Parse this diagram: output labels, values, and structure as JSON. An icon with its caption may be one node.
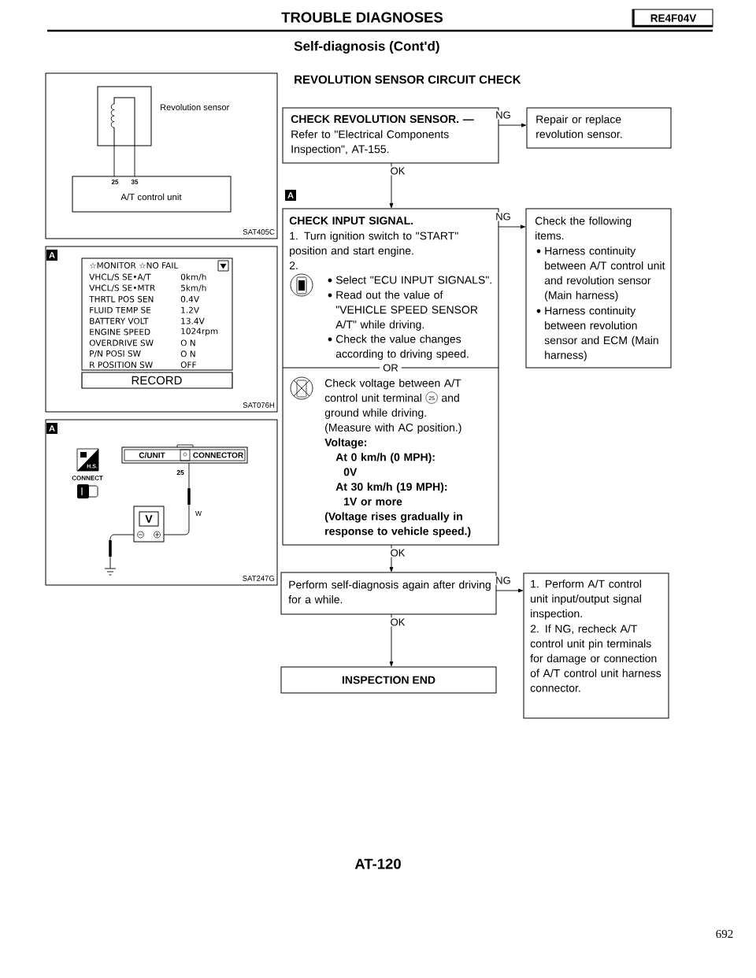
{
  "diagram": {
    "title": "TROUBLE DIAGNOSES",
    "nodes": [
      {
        "text": [
          "CHECK REVOLUTION SENSOR. —",
          "Refer to \"Electrical Components Inspection\", AT-155."
        ]
      },
      {
        "text": [
          "Repair or replace revolution sensor."
        ]
      },
      {
        "text": [
          "CHECK INPUT SIGNAL.",
          "1. Turn ignition switch to \"START\" position and start engine.",
          "2.",
          "Select \"ECU INPUT SIGNALS\".",
          "Read out the value of \"VEHICLE SPEED SENSOR A/T\" while driving.",
          "Check the value changes according to driving speed.",
          "OR",
          "Check voltage between A/T control unit terminal",
          "25",
          "and ground while driving.",
          "(Measure with AC position.)",
          "Voltage:",
          "At 0 km/h (0 MPH):",
          "0V",
          "At 30 km/h (19 MPH):",
          "1V or more",
          "(Voltage rises gradually in response to vehicle speed.)"
        ]
      },
      {
        "text": [
          "Check the following items.",
          "Harness continuity between A/T control unit and revolution sensor (Main harness)",
          "Harness continuity between revolution sensor and ECM (Main harness)"
        ]
      },
      {
        "text": [
          "Perform self-diagnosis again after driving for a while."
        ]
      },
      {
        "text": [
          "1. Perform A/T control unit input/output signal inspection.",
          "2. If NG, recheck A/T control unit pin terminals for damage or connection of A/T control unit harness connector."
        ]
      },
      {
        "text": [
          "INSPECTION END"
        ]
      },
      {
        "text": [
          "SAT405C"
        ]
      },
      {
        "text": [],
        "shape": "box",
        "in": 7,
        "beside": [
          "Revolution sensor"
        ]
      },
      {
        "text": [
          "A/T control unit"
        ],
        "in": 7
      },
      {
        "text": [
          "SAT076H"
        ]
      },
      {
        "text": [
          "☆MONITOR ☆NO FAIL",
          "VHCL/S SE•A/T",
          "0km/h",
          "VHCL/S SE•MTR",
          "5km/h",
          "THRTL POS SEN",
          "0.4V",
          "FLUID TEMP SE",
          "1.2V",
          "BATTERY VOLT",
          "13.4V",
          "ENGINE SPEED",
          "1024rpm",
          "OVERDRIVE SW",
          "O N",
          "P/N POSI SW",
          "O N",
          "R POSITION SW",
          "OFF"
        ],
        "in": 10
      },
      {
        "text": [
          "RECORD"
        ],
        "in": 10
      },
      {
        "text": [
          "SAT247G"
        ]
      },
      {
        "text": [
          "C/UNIT",
          "CONNECTOR"
        ],
        "in": 13
      },
      {
        "text": [
          "V"
        ],
        "in": 13
      },
      {
        "text": [],
        "shape": "ground",
        "in": 13
      }
    ],
    "edges": [
      {
        "from": 0,
        "to": 1,
        "arrow": "to",
        "label": "NG"
      },
      {
        "from": 0,
        "to": 2,
        "arrow": "to",
        "label": "OK"
      },
      {
        "from": 2,
        "to": 3,
        "arrow": "to",
        "label": "NG"
      },
      {
        "from": 2,
        "to": 4,
        "arrow": "to",
        "label": "OK"
      },
      {
        "from": 4,
        "to": 5,
        "arrow": "to",
        "label": "NG"
      },
      {
        "from": 4,
        "to": 6,
        "arrow": "to",
        "label": "OK"
      },
      {
        "from": 8,
        "to": 9,
        "arrow": "none"
      },
      {
        "from": 8,
        "to": 9,
        "arrow": "none"
      },
      {
        "from": 15,
        "to": 14,
        "arrow": "none"
      },
      {
        "from": 15,
        "to": 16,
        "arrow": "none"
      }
    ],
    "labels": [
      "RE4F04V",
      "Self-diagnosis (Cont'd)",
      "REVOLUTION SENSOR CIRCUIT CHECK",
      "A",
      "25",
      "35",
      "A",
      "A",
      "H.S.",
      "CONNECT",
      "25",
      "W",
      "AT-120",
      "692"
    ]
  }
}
